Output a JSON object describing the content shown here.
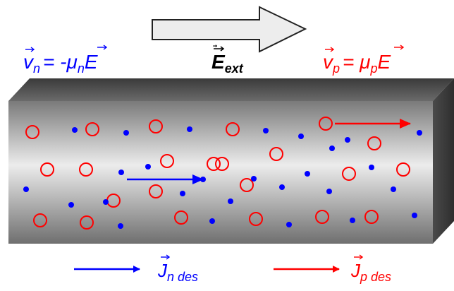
{
  "title": {
    "field_symbol": "E",
    "field_subscript": "ext"
  },
  "velocities": {
    "electron": {
      "symbol": "v",
      "subscript": "n",
      "equation": "= -μ",
      "mobility_subscript": "n",
      "field_symbol": "E",
      "color": "#0000ff"
    },
    "hole": {
      "symbol": "v",
      "subscript": "p",
      "equation": "= μ",
      "mobility_subscript": "p",
      "field_symbol": "E",
      "color": "#ff0000"
    }
  },
  "legend": {
    "electron_current": {
      "symbol": "J",
      "subscript": "n des",
      "color": "#0000ff"
    },
    "hole_current": {
      "symbol": "J",
      "subscript": "p des",
      "color": "#ff0000"
    }
  },
  "particles": {
    "hole_color": "#ff0000",
    "electron_color": "#0000ff",
    "hole_count": 23,
    "electron_count": 27
  }
}
